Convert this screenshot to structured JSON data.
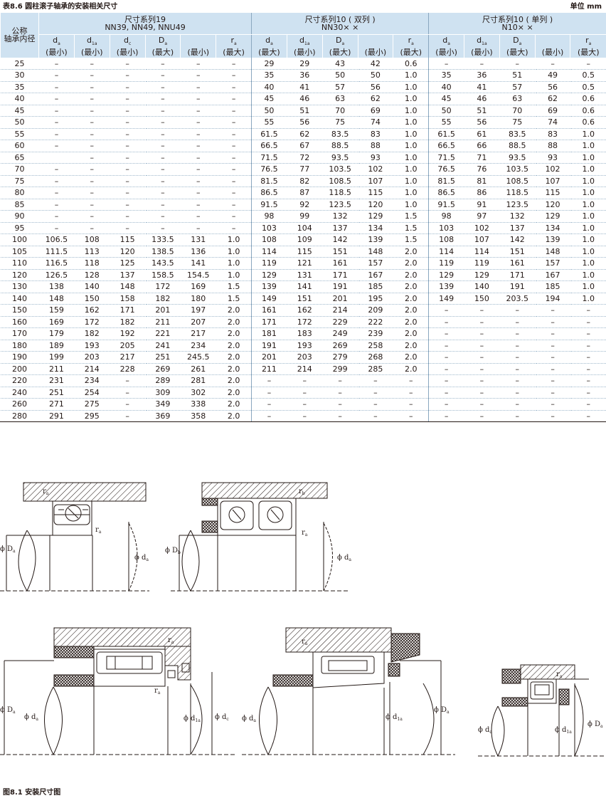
{
  "caption": "表8.6 圆柱滚子轴承的安装相关尺寸",
  "unit": "单位 mm",
  "table": {
    "row_header_line1": "公称",
    "row_header_line2": "轴承内径",
    "groups": [
      {
        "line1": "尺寸系列19",
        "line2": "NN39, NN49, NNU49"
      },
      {
        "line1": "尺寸系列10 ( 双列 )",
        "line2": "NN30× ×"
      },
      {
        "line1": "尺寸系列10 ( 单列 )",
        "line2": "N10× ×"
      }
    ],
    "sub_headers": [
      [
        {
          "sym": "d",
          "sub": "a",
          "note": "(最小)"
        },
        {
          "sym": "d",
          "sub": "1a",
          "note": "(最小)"
        },
        {
          "sym": "d",
          "sub": "c",
          "note": "(最小)"
        },
        {
          "sym": "D",
          "sub": "a",
          "note": "(最大)"
        },
        {
          "sym": "",
          "sub": "",
          "note": "(最小)"
        },
        {
          "sym": "r",
          "sub": "a",
          "note": "(最大)"
        }
      ],
      [
        {
          "sym": "d",
          "sub": "a",
          "note": "(最大)"
        },
        {
          "sym": "d",
          "sub": "1a",
          "note": "(最小)"
        },
        {
          "sym": "D",
          "sub": "a",
          "note": "(最大)"
        },
        {
          "sym": "",
          "sub": "",
          "note": "(最小)"
        },
        {
          "sym": "r",
          "sub": "a",
          "note": "(最大)"
        }
      ],
      [
        {
          "sym": "d",
          "sub": "a",
          "note": "(最小)"
        },
        {
          "sym": "d",
          "sub": "1a",
          "note": "(最小)"
        },
        {
          "sym": "D",
          "sub": "a",
          "note": "(最大)"
        },
        {
          "sym": "",
          "sub": "",
          "note": "(最小)"
        },
        {
          "sym": "r",
          "sub": "a",
          "note": "(最大)"
        }
      ]
    ],
    "rows": [
      [
        "25",
        "–",
        "–",
        "–",
        "–",
        "–",
        "–",
        "29",
        "29",
        "43",
        "42",
        "0.6",
        "–",
        "–",
        "–",
        "–",
        "–"
      ],
      [
        "30",
        "–",
        "–",
        "–",
        "–",
        "–",
        "–",
        "35",
        "36",
        "50",
        "50",
        "1.0",
        "35",
        "36",
        "51",
        "49",
        "0.5"
      ],
      [
        "35",
        "–",
        "–",
        "–",
        "–",
        "–",
        "–",
        "40",
        "41",
        "57",
        "56",
        "1.0",
        "40",
        "41",
        "57",
        "56",
        "0.5"
      ],
      [
        "40",
        "–",
        "–",
        "–",
        "–",
        "–",
        "–",
        "45",
        "46",
        "63",
        "62",
        "1.0",
        "45",
        "46",
        "63",
        "62",
        "0.6"
      ],
      [
        "45",
        "–",
        "–",
        "–",
        "–",
        "–",
        "–",
        "50",
        "51",
        "70",
        "69",
        "1.0",
        "50",
        "51",
        "70",
        "69",
        "0.6"
      ],
      [
        "50",
        "–",
        "–",
        "–",
        "–",
        "–",
        "–",
        "55",
        "56",
        "75",
        "74",
        "1.0",
        "55",
        "56",
        "75",
        "74",
        "0.6"
      ],
      [
        "55",
        "–",
        "–",
        "–",
        "–",
        "–",
        "–",
        "61.5",
        "62",
        "83.5",
        "83",
        "1.0",
        "61.5",
        "61",
        "83.5",
        "83",
        "1.0"
      ],
      [
        "60",
        "–",
        "–",
        "–",
        "–",
        "–",
        "–",
        "66.5",
        "67",
        "88.5",
        "88",
        "1.0",
        "66.5",
        "66",
        "88.5",
        "88",
        "1.0"
      ],
      [
        "65",
        "",
        "–",
        "–",
        "–",
        "–",
        "–",
        "71.5",
        "72",
        "93.5",
        "93",
        "1.0",
        "71.5",
        "71",
        "93.5",
        "93",
        "1.0"
      ],
      [
        "70",
        "–",
        "–",
        "–",
        "–",
        "–",
        "–",
        "76.5",
        "77",
        "103.5",
        "102",
        "1.0",
        "76.5",
        "76",
        "103.5",
        "102",
        "1.0"
      ],
      [
        "75",
        "–",
        "–",
        "–",
        "–",
        "–",
        "–",
        "81.5",
        "82",
        "108.5",
        "107",
        "1.0",
        "81.5",
        "81",
        "108.5",
        "107",
        "1.0"
      ],
      [
        "80",
        "–",
        "–",
        "–",
        "–",
        "–",
        "–",
        "86.5",
        "87",
        "118.5",
        "115",
        "1.0",
        "86.5",
        "86",
        "118.5",
        "115",
        "1.0"
      ],
      [
        "85",
        "–",
        "–",
        "–",
        "–",
        "–",
        "–",
        "91.5",
        "92",
        "123.5",
        "120",
        "1.0",
        "91.5",
        "91",
        "123.5",
        "120",
        "1.0"
      ],
      [
        "90",
        "–",
        "–",
        "–",
        "–",
        "–",
        "–",
        "98",
        "99",
        "132",
        "129",
        "1.5",
        "98",
        "97",
        "132",
        "129",
        "1.0"
      ],
      [
        "95",
        "–",
        "–",
        "–",
        "–",
        "–",
        "–",
        "103",
        "104",
        "137",
        "134",
        "1.5",
        "103",
        "102",
        "137",
        "134",
        "1.0"
      ],
      [
        "100",
        "106.5",
        "108",
        "115",
        "133.5",
        "131",
        "1.0",
        "108",
        "109",
        "142",
        "139",
        "1.5",
        "108",
        "107",
        "142",
        "139",
        "1.0"
      ],
      [
        "105",
        "111.5",
        "113",
        "120",
        "138.5",
        "136",
        "1.0",
        "114",
        "115",
        "151",
        "148",
        "2.0",
        "114",
        "114",
        "151",
        "148",
        "1.0"
      ],
      [
        "110",
        "116.5",
        "118",
        "125",
        "143.5",
        "141",
        "1.0",
        "119",
        "121",
        "161",
        "157",
        "2.0",
        "119",
        "119",
        "161",
        "157",
        "1.0"
      ],
      [
        "120",
        "126.5",
        "128",
        "137",
        "158.5",
        "154.5",
        "1.0",
        "129",
        "131",
        "171",
        "167",
        "2.0",
        "129",
        "129",
        "171",
        "167",
        "1.0"
      ],
      [
        "130",
        "138",
        "140",
        "148",
        "172",
        "169",
        "1.5",
        "139",
        "141",
        "191",
        "185",
        "2.0",
        "139",
        "140",
        "191",
        "185",
        "1.0"
      ],
      [
        "140",
        "148",
        "150",
        "158",
        "182",
        "180",
        "1.5",
        "149",
        "151",
        "201",
        "195",
        "2.0",
        "149",
        "150",
        "203.5",
        "194",
        "1.0"
      ],
      [
        "150",
        "159",
        "162",
        "171",
        "201",
        "197",
        "2.0",
        "161",
        "162",
        "214",
        "209",
        "2.0",
        "–",
        "–",
        "–",
        "–",
        "–"
      ],
      [
        "160",
        "169",
        "172",
        "182",
        "211",
        "207",
        "2.0",
        "171",
        "172",
        "229",
        "222",
        "2.0",
        "–",
        "–",
        "–",
        "–",
        "–"
      ],
      [
        "170",
        "179",
        "182",
        "192",
        "221",
        "217",
        "2.0",
        "181",
        "183",
        "249",
        "239",
        "2.0",
        "–",
        "–",
        "–",
        "–",
        "–"
      ],
      [
        "180",
        "189",
        "193",
        "205",
        "241",
        "234",
        "2.0",
        "191",
        "193",
        "269",
        "258",
        "2.0",
        "–",
        "–",
        "–",
        "–",
        "–"
      ],
      [
        "190",
        "199",
        "203",
        "217",
        "251",
        "245.5",
        "2.0",
        "201",
        "203",
        "279",
        "268",
        "2.0",
        "–",
        "–",
        "–",
        "–",
        "–"
      ],
      [
        "200",
        "211",
        "214",
        "228",
        "269",
        "261",
        "2.0",
        "211",
        "214",
        "299",
        "285",
        "2.0",
        "–",
        "–",
        "–",
        "–",
        "–"
      ],
      [
        "220",
        "231",
        "234",
        "–",
        "289",
        "281",
        "2.0",
        "–",
        "–",
        "–",
        "–",
        "–",
        "–",
        "–",
        "–",
        "–",
        "–"
      ],
      [
        "240",
        "251",
        "254",
        "–",
        "309",
        "302",
        "2.0",
        "–",
        "–",
        "–",
        "–",
        "–",
        "–",
        "–",
        "–",
        "–",
        "–"
      ],
      [
        "260",
        "271",
        "275",
        "–",
        "349",
        "338",
        "2.0",
        "–",
        "–",
        "–",
        "–",
        "–",
        "–",
        "–",
        "–",
        "–",
        "–"
      ],
      [
        "280",
        "291",
        "295",
        "–",
        "369",
        "358",
        "2.0",
        "–",
        "–",
        "–",
        "–",
        "–",
        "–",
        "–",
        "–",
        "–",
        "–"
      ]
    ]
  },
  "figures": {
    "labels": {
      "ra": "r",
      "ra_sub": "a",
      "rb": "r",
      "rb_sub": "b",
      "phiDa": "ϕ D",
      "phiDa_sub": "a",
      "phiDb": "ϕ D",
      "phiDb_sub": "b",
      "phida": "ϕ d",
      "phida_sub": "a",
      "phid1a": "ϕ d",
      "phid1a_sub": "1a",
      "phidc": "ϕ d",
      "phidc_sub": "c"
    },
    "caption": "图8.1 安装尺寸图"
  }
}
